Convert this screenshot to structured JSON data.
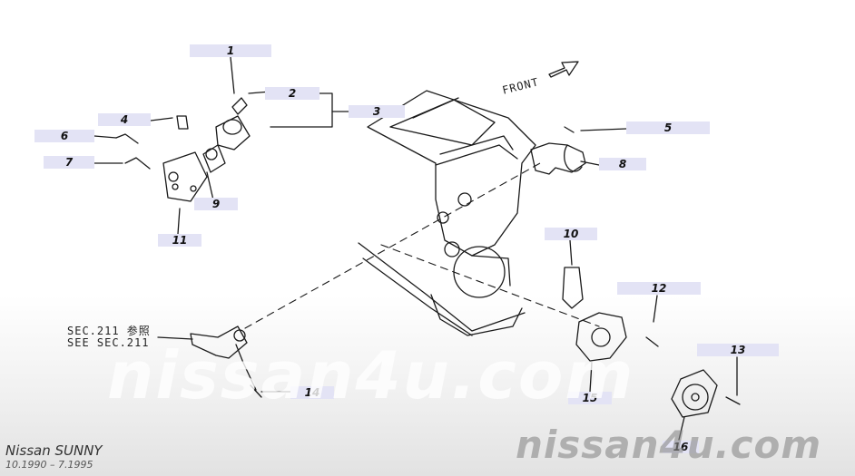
{
  "callouts": [
    "1",
    "2",
    "3",
    "4",
    "5",
    "6",
    "7",
    "8",
    "9",
    "10",
    "11",
    "12",
    "13",
    "14",
    "15",
    "16"
  ],
  "front_label": "FRONT",
  "sec_note": {
    "jp": "SEC.211 参照",
    "en": "SEE SEC.211"
  },
  "watermark": {
    "center": "nissan4u.com",
    "corner": "nissan4u.com"
  },
  "model": {
    "name": "Nissan SUNNY",
    "years": "10.1990 – 7.1995"
  },
  "colors": {
    "callout_bg": "#e3e3f5",
    "line": "#1a1a1a"
  }
}
